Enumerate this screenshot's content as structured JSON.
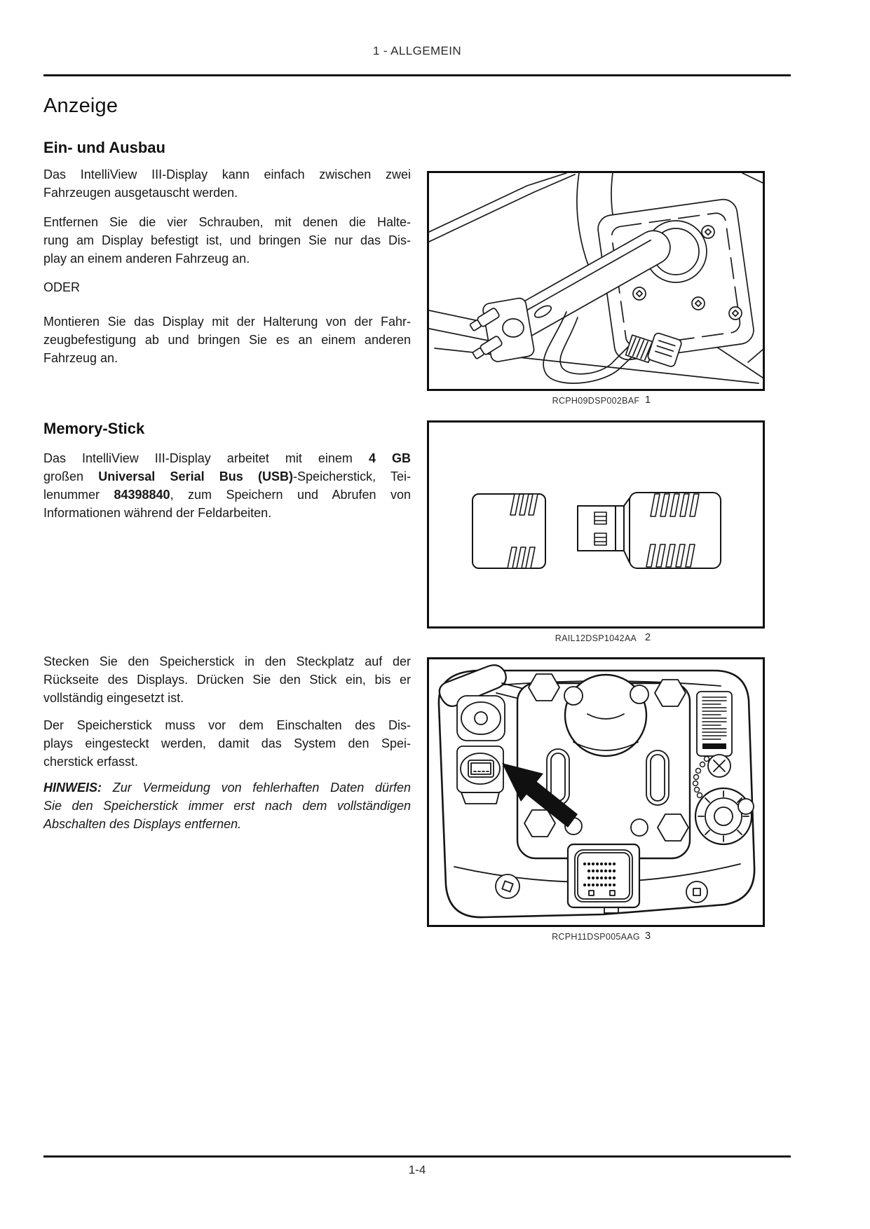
{
  "page": {
    "header": "1 - ALLGEMEIN",
    "title": "Anzeige",
    "page_number": "1-4"
  },
  "section1": {
    "heading": "Ein- und Ausbau",
    "p1": [
      [
        {
          "t": "Das IntelliView III-Display kann einfach zwischen zwei"
        }
      ],
      [
        {
          "t": "Fahrzeugen ausgetauscht werden."
        }
      ]
    ],
    "p2": [
      [
        {
          "t": "Entfernen Sie die vier Schrauben, mit denen die Halte-"
        }
      ],
      [
        {
          "t": "rung am Display befestigt ist, und bringen Sie nur das Dis-"
        }
      ],
      [
        {
          "t": "play an einem anderen Fahrzeug an."
        }
      ]
    ],
    "p3": [
      [
        {
          "t": "ODER"
        }
      ]
    ],
    "p4": [
      [
        {
          "t": "Montieren Sie das Display mit der Halterung von der Fahr-"
        }
      ],
      [
        {
          "t": "zeugbefestigung ab und bringen Sie es an einem anderen"
        }
      ],
      [
        {
          "t": "Fahrzeug an."
        }
      ]
    ]
  },
  "section2": {
    "heading": "Memory-Stick",
    "p1": [
      [
        {
          "t": "Das IntelliView III-Display arbeitet mit einem "
        },
        {
          "t": "4 GB",
          "b": true
        }
      ],
      [
        {
          "t": "großen "
        },
        {
          "t": "Universal Serial Bus (USB)",
          "b": true
        },
        {
          "t": "-Speicherstick, Tei-"
        }
      ],
      [
        {
          "t": "lenummer "
        },
        {
          "t": "84398840",
          "b": true
        },
        {
          "t": ", zum Speichern und Abrufen von"
        }
      ],
      [
        {
          "t": "Informationen während der Feldarbeiten."
        }
      ]
    ],
    "p2": [
      [
        {
          "t": "Stecken Sie den Speicherstick in den Steckplatz auf der"
        }
      ],
      [
        {
          "t": "Rückseite des Displays. Drücken Sie den Stick ein, bis er"
        }
      ],
      [
        {
          "t": "vollständig eingesetzt ist."
        }
      ]
    ],
    "p3": [
      [
        {
          "t": "Der Speicherstick muss vor dem Einschalten des Dis-"
        }
      ],
      [
        {
          "t": "plays eingesteckt werden, damit das System den Spei-"
        }
      ],
      [
        {
          "t": "cherstick erfasst."
        }
      ]
    ],
    "p4": [
      [
        {
          "t": "HINWEIS:",
          "b": true,
          "i": true
        },
        {
          "t": " Zur Vermeidung von fehlerhaften Daten dürfen",
          "i": true
        }
      ],
      [
        {
          "t": "Sie den Speicherstick immer erst nach dem vollständigen",
          "i": true
        }
      ],
      [
        {
          "t": "Abschalten des Displays entfernen.",
          "i": true
        }
      ]
    ]
  },
  "figures": [
    {
      "code": "RCPH09DSP002BAF",
      "number": "1"
    },
    {
      "code": "RAIL12DSP1042AA",
      "number": "2"
    },
    {
      "code": "RCPH11DSP005AAG",
      "number": "3"
    }
  ],
  "colors": {
    "ink": "#161616",
    "paper": "#ffffff"
  }
}
